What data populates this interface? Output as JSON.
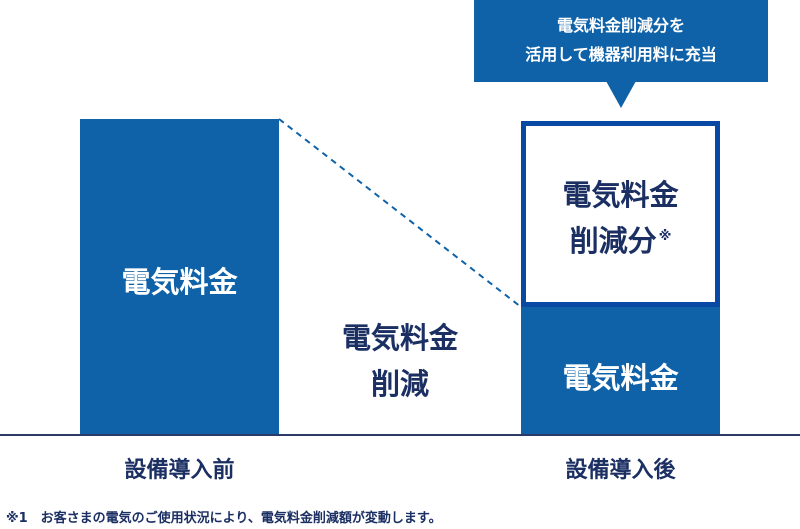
{
  "callout": {
    "line1": "電気料金削減分を",
    "line2": "活用して機器利用料に充当"
  },
  "before": {
    "bar_label": "電気料金",
    "x_label": "設備導入前"
  },
  "reduction": {
    "line1": "電気料金",
    "line2": "削減"
  },
  "after": {
    "top_line1": "電気料金",
    "top_line2": "削減分",
    "top_mark": "※",
    "bottom_label": "電気料金",
    "x_label": "設備導入後"
  },
  "footnote": "※1　お客さまの電気のご使用状況により、電気料金削減額が変動します。",
  "colors": {
    "bar": "#0f62a8",
    "border": "#0a49a3",
    "text_dark": "#1b2f63"
  }
}
